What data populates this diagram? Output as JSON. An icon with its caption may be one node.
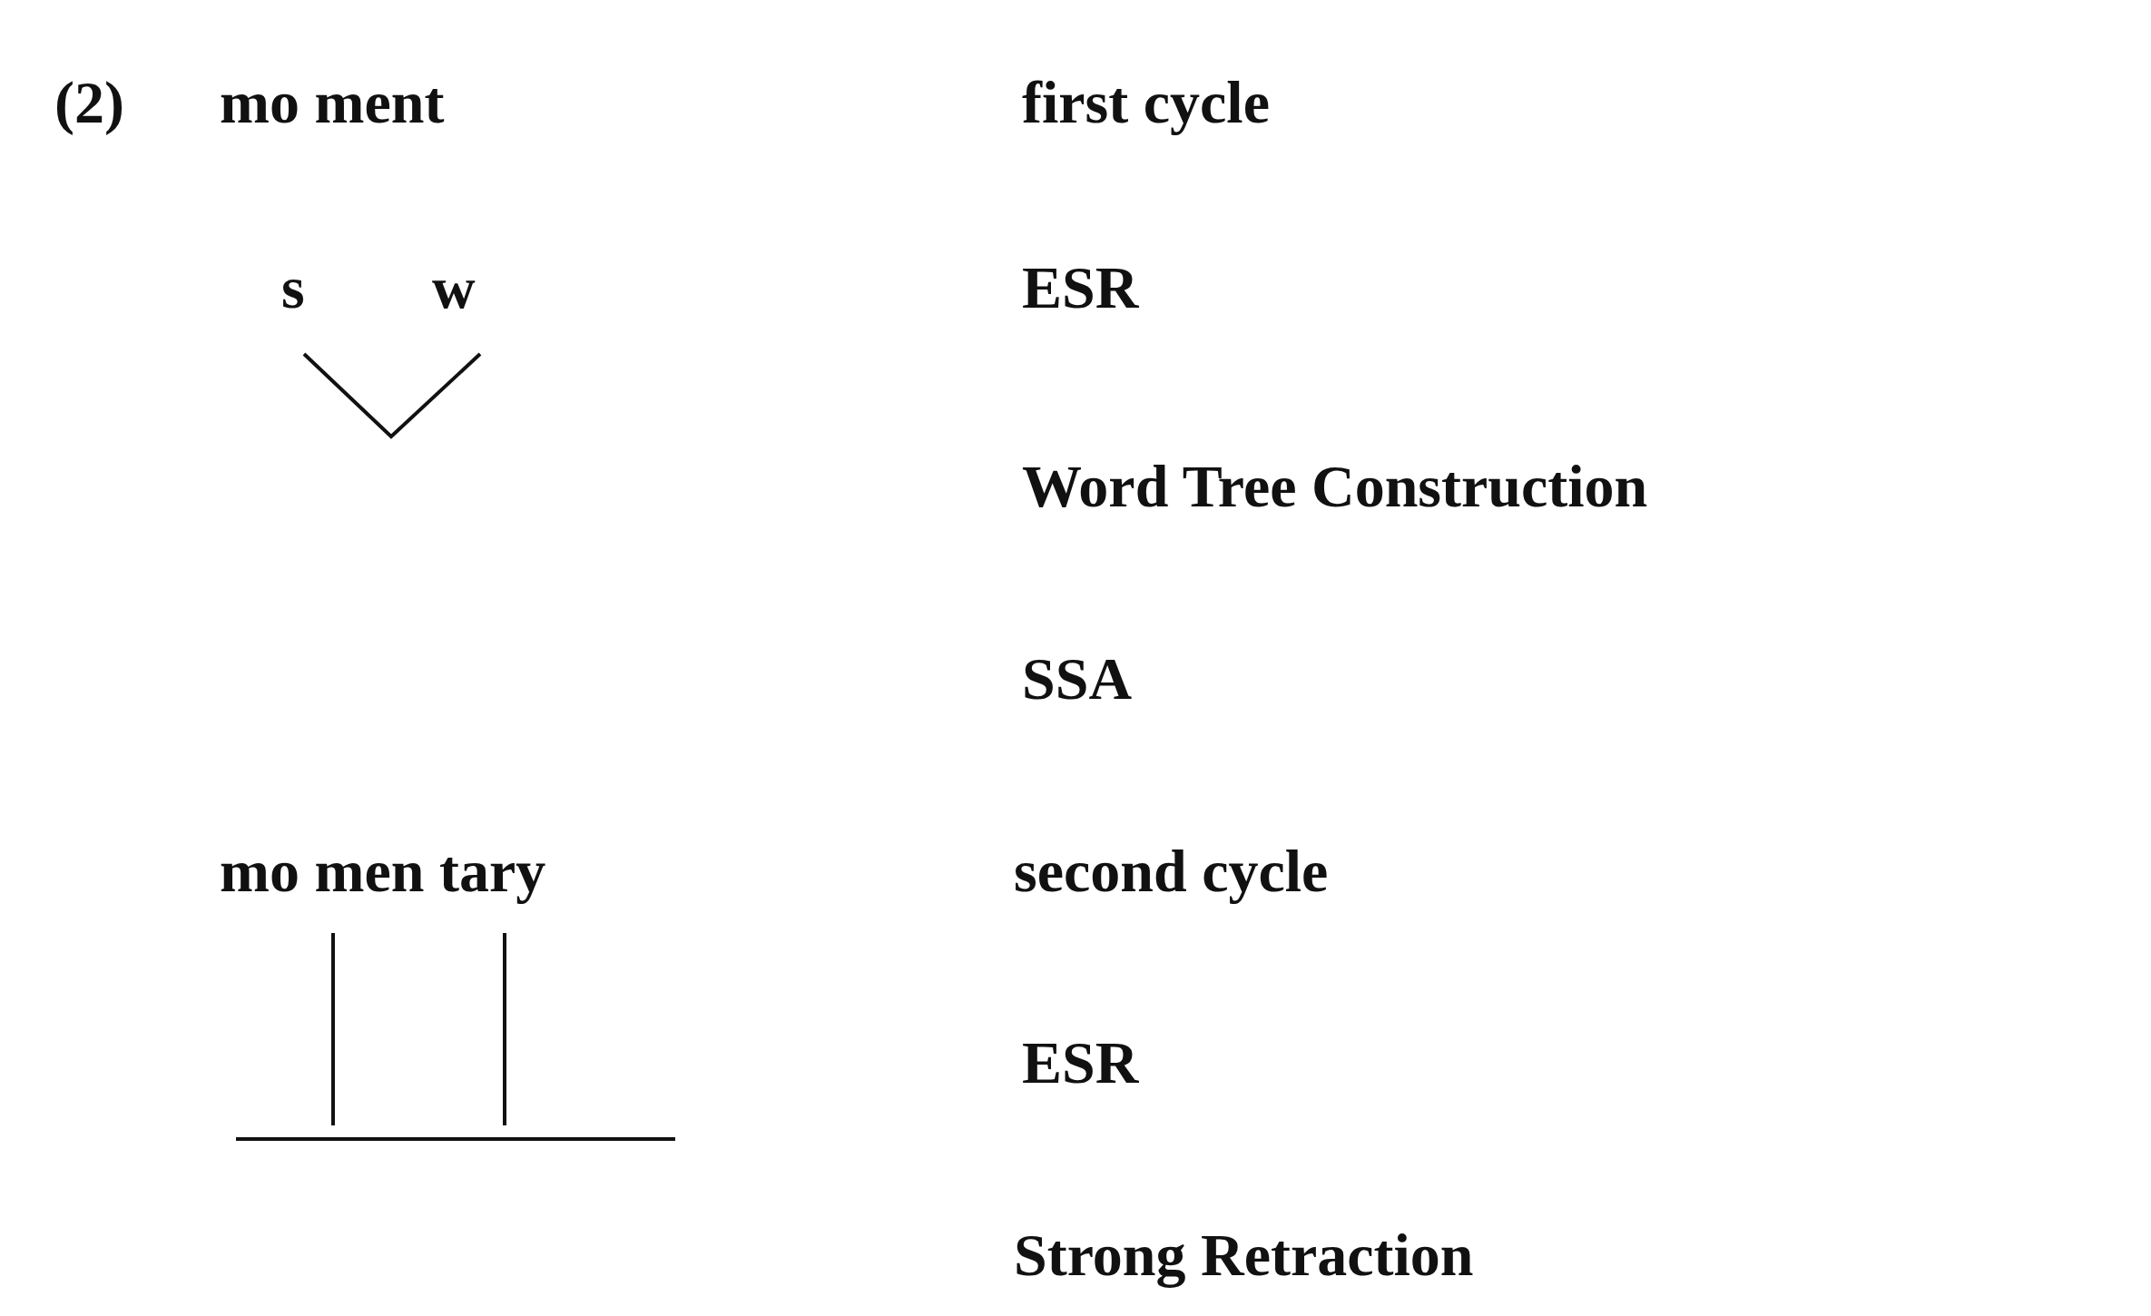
{
  "diagram": {
    "labels": [
      "(2)",
      "mo ment",
      "first cycle",
      "s",
      "w",
      "ESR",
      "Word Tree Construction",
      "SSA",
      "mo men tary",
      "second cycle",
      "ESR",
      "Strong Retraction"
    ]
  }
}
